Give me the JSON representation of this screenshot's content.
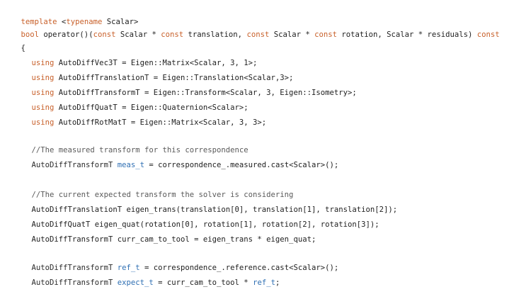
{
  "code": {
    "l1": {
      "kw_template": "template",
      "rest": " <",
      "kw_typename": "typename",
      "tail": " Scalar>"
    },
    "l2": {
      "kw_bool": "bool",
      "a": " operator()(",
      "kw_const1": "const",
      "b": " Scalar * ",
      "kw_const2": "const",
      "c": " translation, ",
      "kw_const3": "const",
      "d": " Scalar * ",
      "kw_const4": "const",
      "e": " rotation, Scalar * residuals) ",
      "kw_const5": "const"
    },
    "l3": {
      "text": "{"
    },
    "l4": {
      "kw": "using",
      "text": " AutoDiffVec3T = Eigen::Matrix<Scalar, 3, 1>;"
    },
    "l5": {
      "kw": "using",
      "text": " AutoDiffTranslationT = Eigen::Translation<Scalar,3>;"
    },
    "l6": {
      "kw": "using",
      "text": " AutoDiffTransformT = Eigen::Transform<Scalar, 3, Eigen::Isometry>;"
    },
    "l7": {
      "kw": "using",
      "text": " AutoDiffQuatT = Eigen::Quaternion<Scalar>;"
    },
    "l8": {
      "kw": "using",
      "text": " AutoDiffRotMatT = Eigen::Matrix<Scalar, 3, 3>;"
    },
    "l9": {
      "text": "//The measured transform for this correspondence"
    },
    "l10": {
      "type": "AutoDiffTransformT ",
      "var": "meas_t",
      "rest": " = correspondence_.measured.cast<Scalar>();"
    },
    "l11": {
      "text": "//The current expected transform the solver is considering"
    },
    "l12": {
      "text": "AutoDiffTranslationT eigen_trans(translation[0], translation[1], translation[2]);"
    },
    "l13": {
      "text": "AutoDiffQuatT eigen_quat(rotation[0], rotation[1], rotation[2], rotation[3]);"
    },
    "l14": {
      "text": "AutoDiffTransformT curr_cam_to_tool = eigen_trans * eigen_quat;"
    },
    "l15": {
      "type": "AutoDiffTransformT ",
      "var": "ref_t",
      "rest": " = correspondence_.reference.cast<Scalar>();"
    },
    "l16": {
      "type": "AutoDiffTransformT ",
      "var": "expect_t",
      "rest": " = curr_cam_to_tool * ",
      "var2": "ref_t",
      "end": ";"
    }
  },
  "colors": {
    "keyword": "#c8602a",
    "highlight": "#2f6fb3",
    "comment": "#5a5a5a",
    "text": "#1e1e1e",
    "background": "#ffffff"
  }
}
